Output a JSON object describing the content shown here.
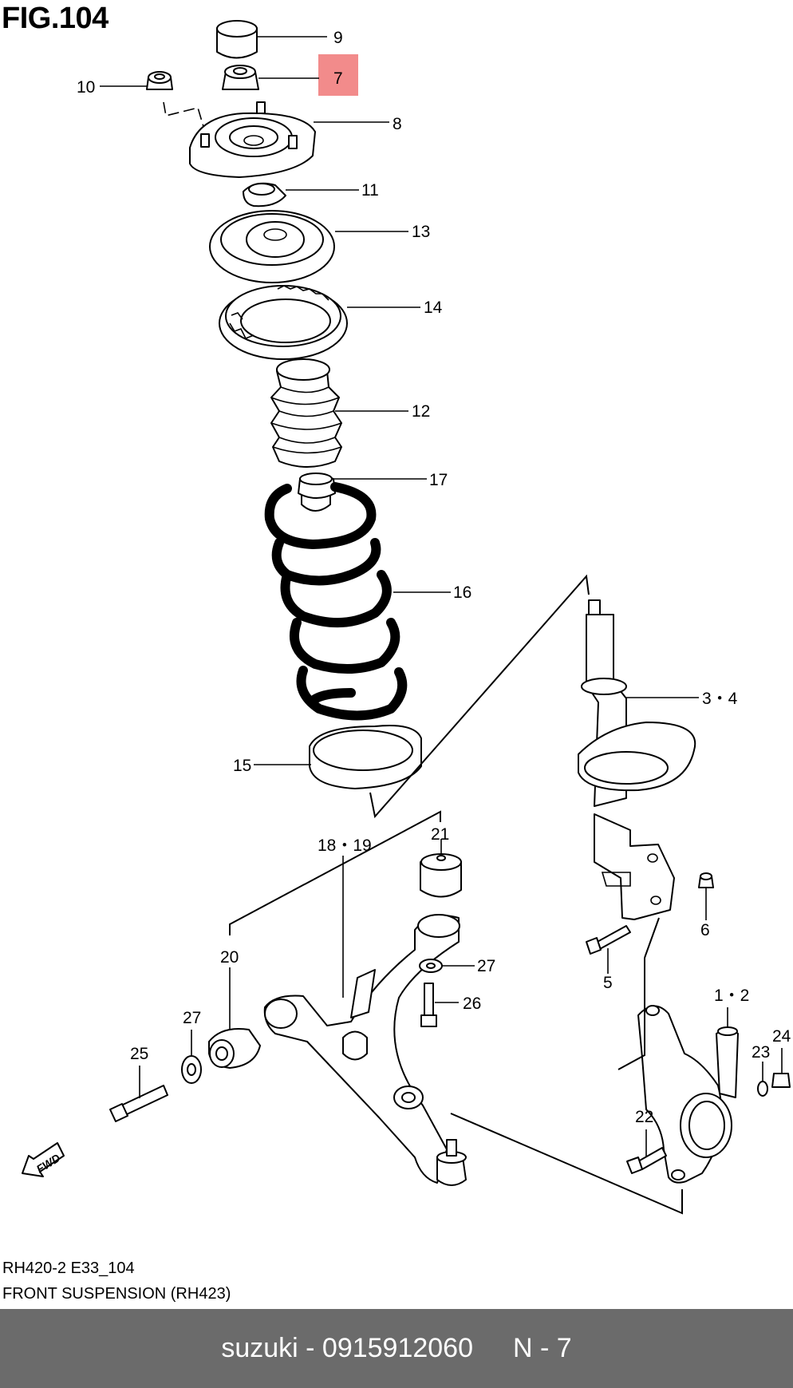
{
  "figure": {
    "title": "FIG.104",
    "code": "RH420-2 E33_104",
    "caption": "FRONT SUSPENSION (RH423)",
    "fwd_label": "FWD"
  },
  "callouts": {
    "c9": "9",
    "c7": "7",
    "c10": "10",
    "c8": "8",
    "c11": "11",
    "c13": "13",
    "c14": "14",
    "c12": "12",
    "c17": "17",
    "c16": "16",
    "c15": "15",
    "c34": "3・4",
    "c6": "6",
    "c5": "5",
    "c1819": "18・19",
    "c21": "21",
    "c20": "20",
    "c27a": "27",
    "c26": "26",
    "c27b": "27",
    "c25": "25",
    "c12b": "1・2",
    "c24": "24",
    "c23": "23",
    "c22": "22"
  },
  "highlight": {
    "part": "7",
    "color": "#f28b8b"
  },
  "footer": {
    "brand": "suzuki",
    "part_number": "0915912060",
    "position": "N - 7",
    "separator": " - "
  },
  "colors": {
    "footer_bg": "#6b6b6b",
    "footer_text": "#ffffff"
  }
}
